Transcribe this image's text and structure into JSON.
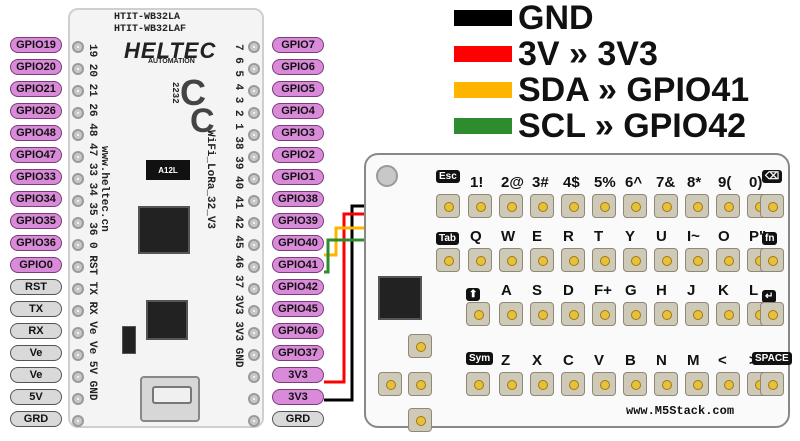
{
  "pins_left": [
    "GPIO19",
    "GPIO20",
    "GPIO21",
    "GPIO26",
    "GPIO48",
    "GPIO47",
    "GPIO33",
    "GPIO34",
    "GPIO35",
    "GPIO36",
    "GPIO0",
    "RST",
    "TX",
    "RX",
    "Ve",
    "Ve",
    "5V",
    "GRD"
  ],
  "pins_right": [
    "GPIO7",
    "GPIO6",
    "GPIO5",
    "GPIO4",
    "GPIO3",
    "GPIO2",
    "GPIO1",
    "GPIO38",
    "GPIO39",
    "GPIO40",
    "GPIO41",
    "GPIO42",
    "GPIO45",
    "GPIO46",
    "GPIO37",
    "3V3",
    "3V3",
    "GRD"
  ],
  "board": {
    "brand": "HELTEC",
    "brand_sub": "AUTOMATION",
    "model_1": "HTIT-WB32LA",
    "model_2": "HTIT-WB32LAF",
    "site": "www.heltec.cn",
    "board_name": "WiFi_LoRa_32_V3",
    "left_numbers": "19 20 21 26 48 47 33 34 35 36 0 RST TX RX Ve Ve 5V GND",
    "right_numbers": "7 6 5 4 3 2 1 38 39 40 41 42 45 46 37 3V3 3V3 GND",
    "antenna_label": "A12L",
    "fcc_digits": "2232"
  },
  "legend": [
    {
      "color": "#000000",
      "text": "GND"
    },
    {
      "color": "#ff0000",
      "text": "3V  » 3V3"
    },
    {
      "color": "#ffb400",
      "text": "SDA » GPIO41"
    },
    {
      "color": "#2e8b2e",
      "text": "SCL » GPIO42"
    }
  ],
  "keyboard": {
    "url": "www.M5Stack.com",
    "row1": [
      "1",
      "2",
      "3",
      "4",
      "5",
      "6",
      "7",
      "8",
      "9",
      "0"
    ],
    "row1_sub": [
      "!",
      "@",
      "#",
      "$",
      "%",
      "^",
      "&",
      "*",
      "(",
      ")"
    ],
    "row2": [
      "Q",
      "W",
      "E",
      "R",
      "T",
      "Y",
      "U",
      "I",
      "O",
      "P"
    ],
    "row2_sub": [
      "",
      "",
      "",
      "",
      "",
      "",
      "",
      "~",
      "",
      "\""
    ],
    "row3": [
      "A",
      "S",
      "D",
      "F",
      "G",
      "H",
      "J",
      "K",
      "L"
    ],
    "row3_sub": [
      "",
      "",
      "",
      "+",
      "",
      "",
      "",
      "",
      ""
    ],
    "row4": [
      "Z",
      "X",
      "C",
      "V",
      "B",
      "N",
      "M",
      "<",
      ">"
    ],
    "tags": {
      "esc": "Esc",
      "tab": "Tab",
      "sym": "Sym",
      "fn": "fn",
      "space": "SPACE",
      "shift": "⬆",
      "enter": "↵",
      "del": "⌫"
    }
  },
  "wire_colors": {
    "gnd": "#000000",
    "v3": "#ff0000",
    "sda": "#ffb400",
    "scl": "#2e8b2e"
  }
}
